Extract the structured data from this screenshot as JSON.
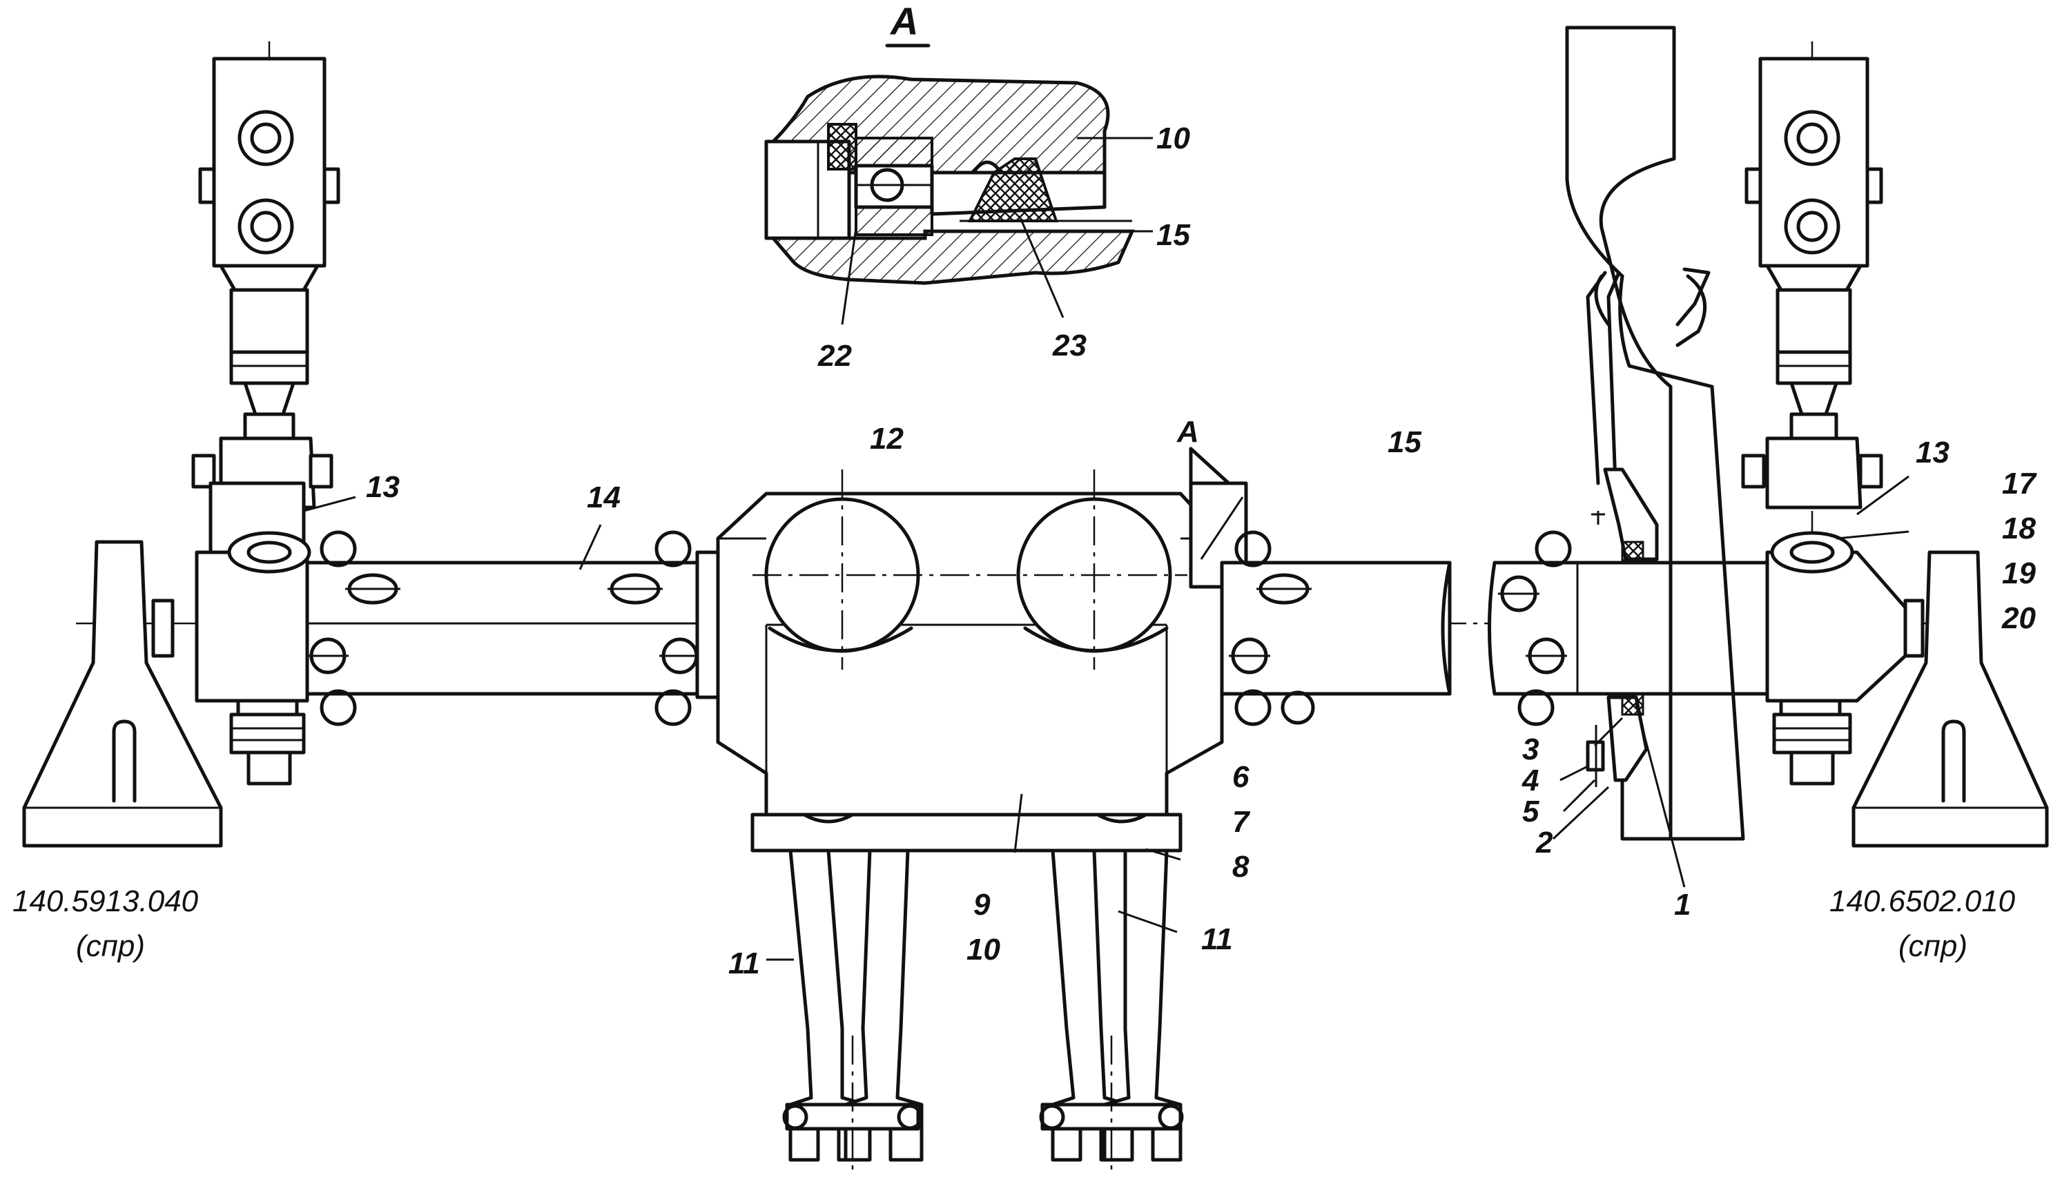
{
  "section": {
    "label": "A",
    "marker_label": "A"
  },
  "parts": {
    "left_link_label": "13",
    "left_shaft_label": "14",
    "gear_label": "12",
    "right_shaft_label": "15",
    "right_link_label": "13",
    "detail_10": "10",
    "detail_15": "15",
    "detail_22": "22",
    "detail_23": "23",
    "p6": "6",
    "p7": "7",
    "p8": "8",
    "p9": "9",
    "p10": "10",
    "p11a": "11",
    "p11b": "11",
    "p17": "17",
    "p18": "18",
    "p19": "19",
    "p20": "20",
    "p3": "3",
    "p4": "4",
    "p5": "5",
    "p2": "2",
    "p1": "1"
  },
  "captions": {
    "left_code": "140.5913.040",
    "left_note": "(спр)",
    "right_code": "140.6502.010",
    "right_note": "(спр)"
  }
}
